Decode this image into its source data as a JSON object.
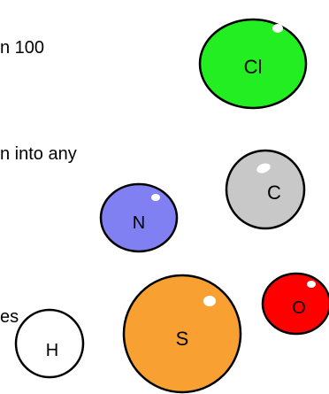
{
  "text_fragments": [
    "n 100",
    "n into any",
    "es"
  ],
  "atoms": [
    {
      "symbol": "Cl",
      "color": "#22ee22"
    },
    {
      "symbol": "C",
      "color": "#c8c8c8"
    },
    {
      "symbol": "N",
      "color": "#8080f2"
    },
    {
      "symbol": "O",
      "color": "#ff0000"
    },
    {
      "symbol": "S",
      "color": "#f8a032"
    },
    {
      "symbol": "H",
      "color": "#ffffff"
    }
  ]
}
